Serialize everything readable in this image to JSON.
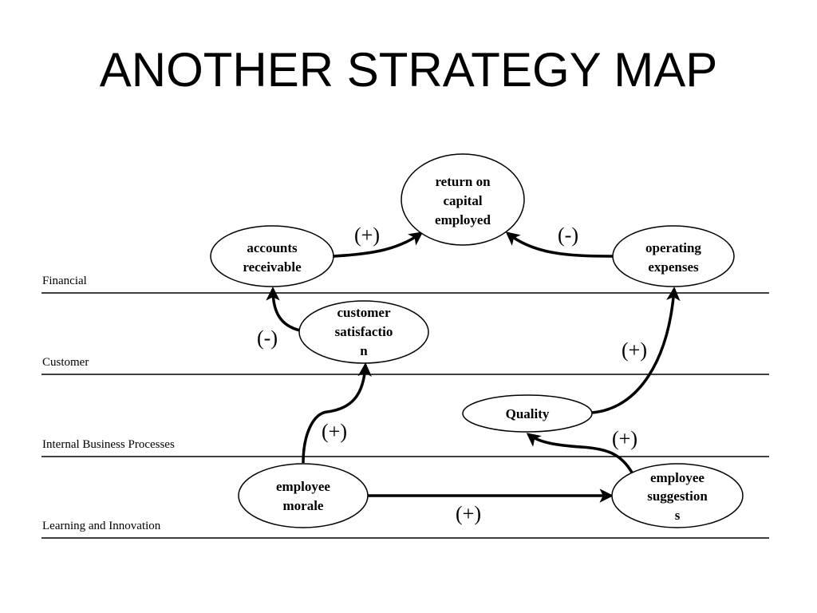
{
  "title": "ANOTHER STRATEGY MAP",
  "lanes": [
    {
      "label": "Financial"
    },
    {
      "label": "Customer"
    },
    {
      "label": "Internal Business Processes"
    },
    {
      "label": "Learning and Innovation"
    }
  ],
  "nodes": {
    "roce": [
      "return on",
      "capital",
      "employed"
    ],
    "accounts_receivable": [
      "accounts",
      "receivable"
    ],
    "operating_expenses": [
      "operating",
      "expenses"
    ],
    "customer_satisfaction": [
      "customer",
      "satisfactio",
      "n"
    ],
    "quality": [
      "Quality"
    ],
    "employee_morale": [
      "employee",
      "morale"
    ],
    "employee_suggestions": [
      "employee",
      "suggestion",
      "s"
    ]
  },
  "edges": [
    {
      "from": "accounts receivable",
      "to": "return on capital employed",
      "sign": "(+)"
    },
    {
      "from": "operating expenses",
      "to": "return on capital employed",
      "sign": "(-)"
    },
    {
      "from": "customer satisfaction",
      "to": "accounts receivable",
      "sign": "(-)"
    },
    {
      "from": "Quality",
      "to": "operating expenses",
      "sign": "(+)"
    },
    {
      "from": "employee morale",
      "to": "customer satisfaction",
      "sign": "(+)"
    },
    {
      "from": "employee suggestions",
      "to": "Quality",
      "sign": "(+)"
    },
    {
      "from": "employee morale",
      "to": "employee suggestions",
      "sign": "(+)"
    }
  ]
}
